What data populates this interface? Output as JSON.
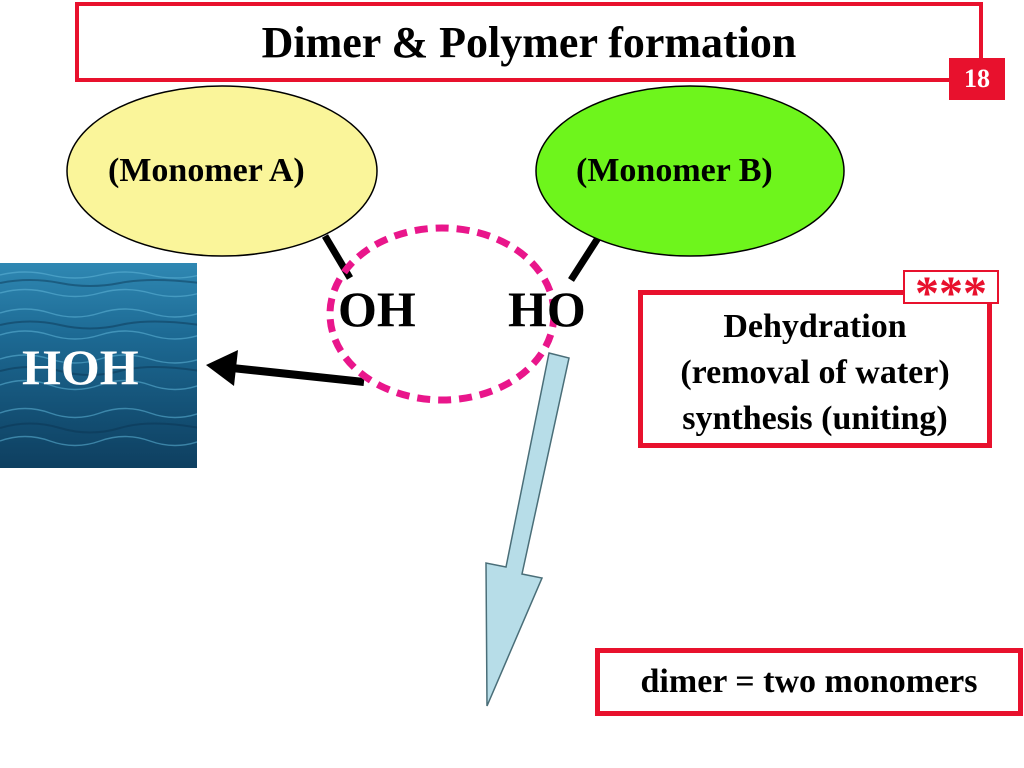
{
  "title": "Dimer & Polymer formation",
  "page_number": "18",
  "monomer_a": {
    "label": "(Monomer A)",
    "fill": "#faf59a"
  },
  "monomer_b": {
    "label": "(Monomer B)",
    "fill": "#6ef51c"
  },
  "groups": {
    "left": "OH",
    "right": "HO"
  },
  "water": {
    "label": "HOH"
  },
  "dehydration": {
    "lines": [
      "Dehydration",
      "(removal of water)",
      "synthesis (uniting)"
    ],
    "emphasis": "***"
  },
  "dimer_definition": "dimer = two monomers",
  "colors": {
    "accent_red": "#e8112d",
    "circle_pink": "#e9168b",
    "arrow_fill": "#b7dde8"
  }
}
